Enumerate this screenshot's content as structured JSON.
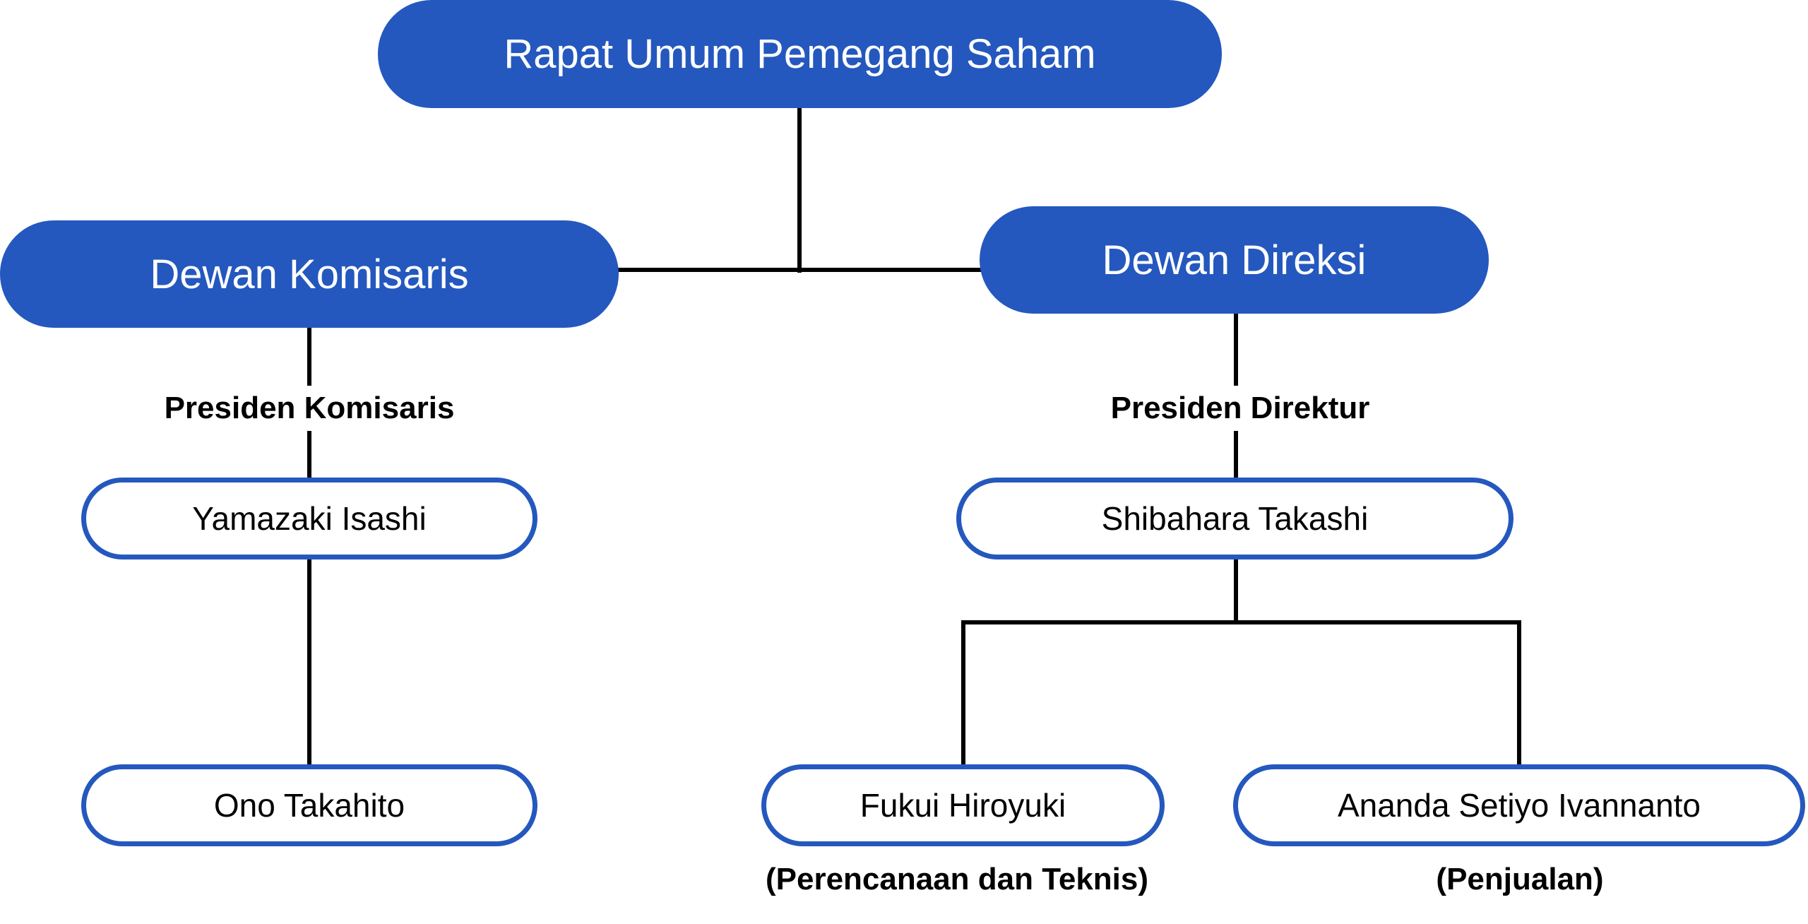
{
  "org_chart": {
    "top": {
      "label": "Rapat Umum Pemegang Saham"
    },
    "commissioners": {
      "label": "Dewan Komisaris",
      "role": "Presiden Komisaris",
      "head": "Yamazaki Isashi",
      "member": "Ono Takahito"
    },
    "directors": {
      "label": "Dewan Direksi",
      "role": "Presiden Direktur",
      "head": "Shibahara Takashi",
      "members": [
        {
          "name": "Fukui Hiroyuki",
          "division": "(Perencanaan dan Teknis)"
        },
        {
          "name": "Ananda Setiyo Ivannanto",
          "division": "(Penjualan)"
        }
      ]
    }
  },
  "colors": {
    "primary": "#2458BE",
    "line": "#000000",
    "node_text_light": "#FFFFFF",
    "node_text_dark": "#000000"
  }
}
